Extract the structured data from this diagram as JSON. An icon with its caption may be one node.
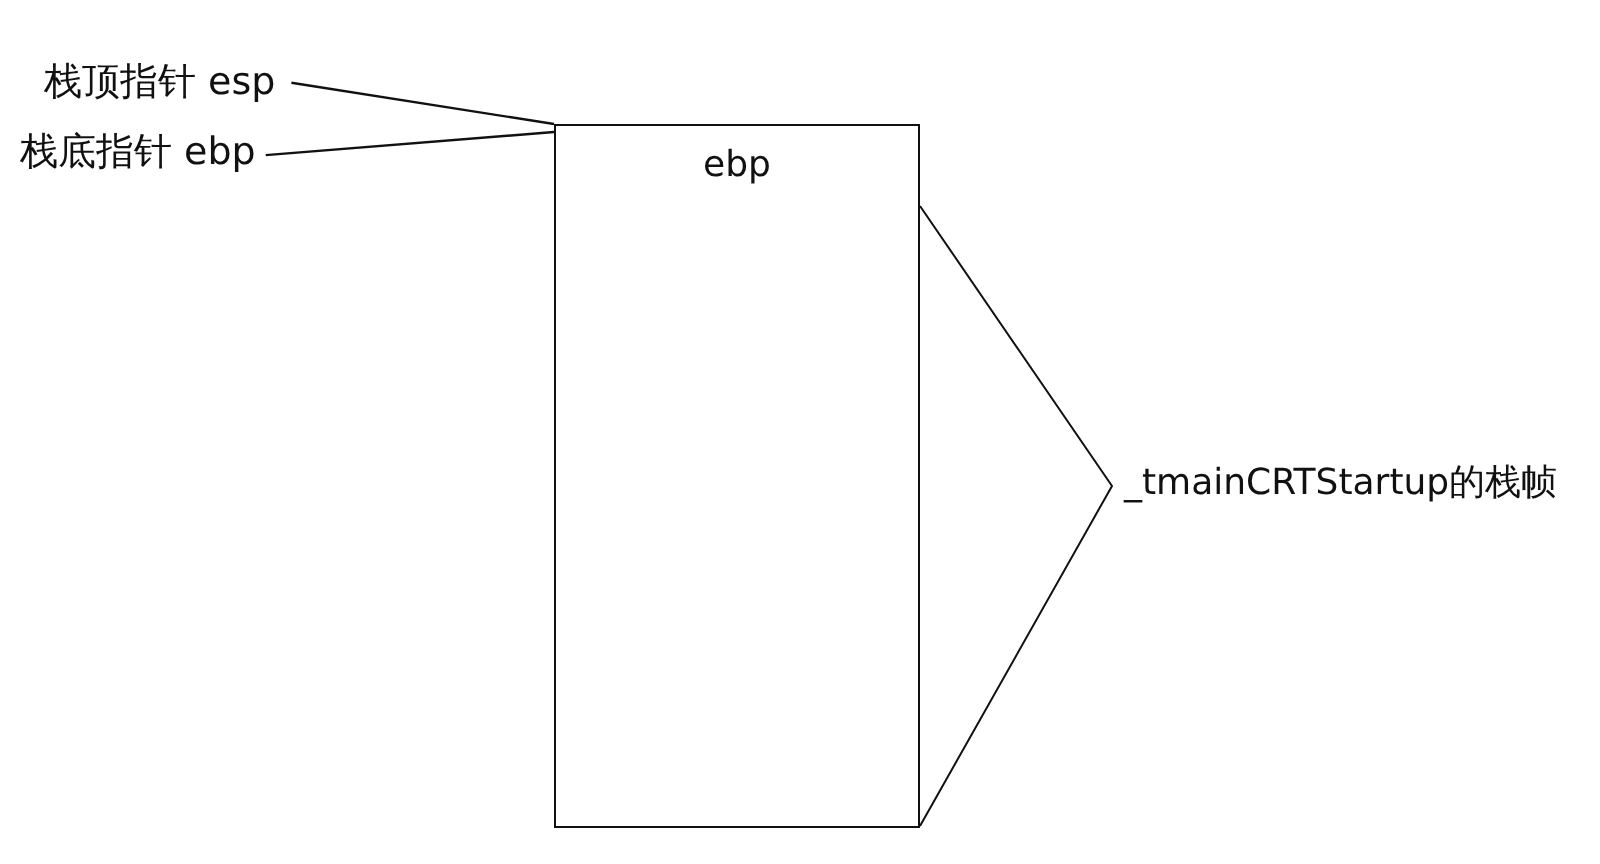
{
  "diagram": {
    "nodes": [
      {
        "text": [
          "栈顶指针 esp"
        ]
      },
      {
        "text": [
          "栈底指针 ebp"
        ]
      },
      {
        "text": [
          "ebp"
        ]
      },
      {
        "text": [],
        "shape": "box"
      }
    ],
    "edges": [
      {
        "from": 0,
        "to": 2,
        "arrow": "none"
      },
      {
        "from": 1,
        "to": 2,
        "arrow": "none"
      }
    ],
    "labels": [
      "_tmainCRTStartup的栈帧"
    ]
  }
}
